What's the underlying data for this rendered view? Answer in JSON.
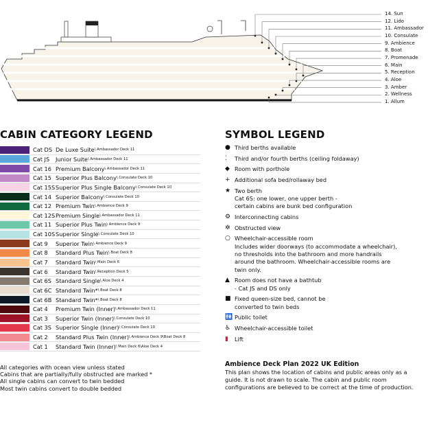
{
  "decks": [
    "14. Sun",
    "12. Lido",
    "11. Ambassador",
    "10. Consulate",
    "9. Ambience",
    "8. Boat",
    "7. Promenade",
    "6. Main",
    "5. Reception",
    "4. Aloe",
    "3. Amber",
    "2. Wellness",
    "1. Allum"
  ],
  "cabin_legend": {
    "title": "CABIN CATEGORY LEGEND",
    "rows": [
      {
        "cat": "Cat DS",
        "name": "De Luxe Suite",
        "loc": " \\ Ambassador Deck 11",
        "color": "#4a2379"
      },
      {
        "cat": "Cat JS",
        "name": "Junior Suite",
        "loc": " \\ Ambassador Deck 11",
        "color": "#5aa7dd"
      },
      {
        "cat": "Cat 16",
        "name": "Premium Balcony",
        "loc": " \\ Ambassador Deck 11",
        "color": "#7e4aa8"
      },
      {
        "cat": "Cat 15",
        "name": "Superior Plus Balcony",
        "loc": " \\ Consulate Deck 10",
        "color": "#c08ac6"
      },
      {
        "cat": "Cat 15S",
        "name": "Superior Plus Single Balcony",
        "loc": " \\ Consulate Deck 10",
        "color": "#f7d3e5"
      },
      {
        "cat": "Cat 14",
        "name": "Superior Balcony",
        "loc": " \\ Consulate Deck 10",
        "color": "#0b2e1c"
      },
      {
        "cat": "Cat 12",
        "name": "Premium Twin",
        "loc": " \\ Ambience Deck 9",
        "color": "#0f6a3e"
      },
      {
        "cat": "Cat 12S",
        "name": "Premium Single",
        "loc": " \\ Ambassador Deck 11",
        "color": "#fdf6d8"
      },
      {
        "cat": "Cat 11",
        "name": "Superior Plus Twin",
        "loc": " \\ Ambience Deck 9",
        "color": "#6cc8a7"
      },
      {
        "cat": "Cat 10S",
        "name": "Superior Single",
        "loc": " \\ Consulate Deck 10",
        "color": "#b6e3e3"
      },
      {
        "cat": "Cat 9",
        "name": "Superior Twin",
        "loc": " \\ Ambience Deck 9",
        "color": "#8b3a1c"
      },
      {
        "cat": "Cat 8",
        "name": "Standard Plus Twin",
        "loc": " \\ Boat Deck 8",
        "color": "#f08a46"
      },
      {
        "cat": "Cat 7",
        "name": "Standard Twin",
        "loc": " \\ Main Deck 6",
        "color": "#f8c38f"
      },
      {
        "cat": "Cat 6",
        "name": "Standard Twin",
        "loc": " \\ Reception Deck 5",
        "color": "#3a322d"
      },
      {
        "cat": "Cat 6S",
        "name": "Standard Single",
        "loc": " \\ Aloe Deck 4",
        "color": "#857a70"
      },
      {
        "cat": "Cat 6C",
        "name": "Standard Twin*",
        "loc": " \\ Boat Deck 8",
        "color": "#e6dcd0"
      },
      {
        "cat": "Cat 6B",
        "name": "Standard Twin*",
        "loc": " \\ Boat Deck 8",
        "color": "#0d1a28"
      },
      {
        "cat": "Cat 4",
        "name": "Premium Twin (Inner)",
        "loc": " \\ Ambassador Deck 11",
        "color": "#4e0a0e"
      },
      {
        "cat": "Cat 3",
        "name": "Superior Twin (Inner)",
        "loc": " \\ Consulate Deck 10",
        "color": "#9d1226"
      },
      {
        "cat": "Cat 3S",
        "name": "Superior Single (Inner)",
        "loc": " \\ Consulate Deck 10",
        "color": "#e3374e"
      },
      {
        "cat": "Cat 2",
        "name": "Standard Plus Twin (Inner)",
        "loc": " \\ Ambience Deck 9\\Boat Deck 8",
        "color": "#f18a91"
      },
      {
        "cat": "Cat 1",
        "name": "Standard Twin (Inner)",
        "loc": " \\ Main Deck 6\\Aloe Deck 4",
        "color": "#f6c5d8"
      }
    ]
  },
  "notes": [
    "All categories with ocean view unless stated",
    "Cabins that are partially/fully obstructed are marked *",
    "All single cabins can convert to twin bedded",
    "Most twin cabins convert to double bedded"
  ],
  "symbol_legend": {
    "title": "SYMBOL LEGEND",
    "items": [
      {
        "icon": "dot-icon",
        "glyph": "●",
        "text": "Third berths available"
      },
      {
        "icon": "double-dot-icon",
        "glyph": "⁚",
        "text": "Third and/or fourth berths (ceiling foldaway)"
      },
      {
        "icon": "diamond-icon",
        "glyph": "◆",
        "text": "Room with porthole"
      },
      {
        "icon": "plus-icon",
        "glyph": "+",
        "text": "Additional sofa bed/rollaway bed"
      },
      {
        "icon": "star-icon",
        "glyph": "★",
        "text": "Two berth\nCat 6S: one lower, one upper berth -\ncertain cabins are bunk bed configuration"
      },
      {
        "icon": "interconnecting-icon",
        "glyph": "⚙",
        "text": "Interconnecting cabins"
      },
      {
        "icon": "obstructed-icon",
        "glyph": "✲",
        "text": "Obstructed view"
      },
      {
        "icon": "circle-icon",
        "glyph": "○",
        "text": "Wheelchair-accessible room\nIncludes wider doorways (to accommodate a wheelchair),\nno thresholds into the bathroom and more handrails\naround the bathroom. Wheelchair-accessible rooms are\ntwin only."
      },
      {
        "icon": "triangle-icon",
        "glyph": "▲",
        "text": "Room does not have a bathtub\n- Cat JS and DS only"
      },
      {
        "icon": "square-icon",
        "glyph": "■",
        "text": "Fixed queen-size bed, cannot be\nconverted to twin beds"
      },
      {
        "icon": "toilet-icon",
        "glyph": "🚻",
        "text": "Public toilet"
      },
      {
        "icon": "wheelchair-icon",
        "glyph": "♿",
        "text": "Wheelchair-accessible toilet"
      },
      {
        "icon": "lift-icon",
        "glyph": "▮",
        "text": "Lift"
      }
    ]
  },
  "edition": {
    "title": "Ambience Deck Plan 2022 UK Edition",
    "body": "This plan shows the location of cabins and public areas only as a guide. It is not drawn to scale. The cabin and public room configurations are believed to be correct at the time of production."
  }
}
